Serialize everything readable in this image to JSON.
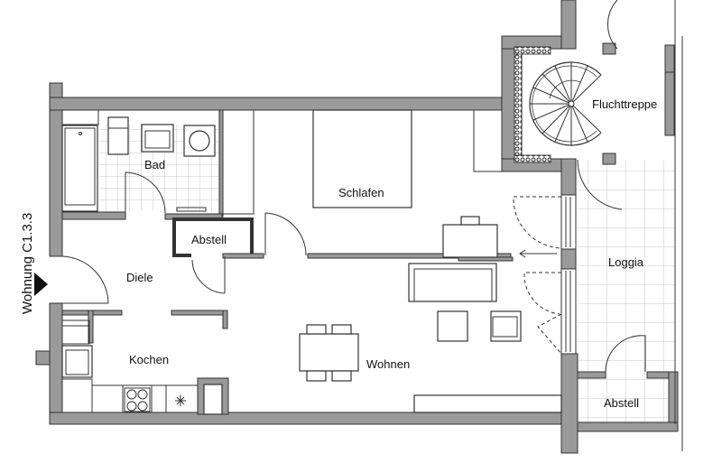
{
  "plan": {
    "unit_label": "Wohnung C1.3.3",
    "rooms": {
      "bad": "Bad",
      "schlafen": "Schlafen",
      "abstell_inner": "Abstell",
      "diele": "Diele",
      "kochen": "Kochen",
      "wohnen": "Wohnen",
      "fluchttreppe": "Fluchttreppe",
      "loggia": "Loggia",
      "abstell_loggia": "Abstell"
    },
    "icons": {
      "entrance": "entrance-arrow-icon",
      "spiral_stair": "spiral-staircase-icon",
      "sliding_arrow": "sliding-door-arrow-icon",
      "stove": "cooktop-icon",
      "sink": "sink-icon",
      "washer": "washing-machine-icon"
    },
    "colors": {
      "wall": "#9a9a9a",
      "line": "#333333",
      "tile": "#c8c8c8",
      "background": "#ffffff"
    }
  }
}
